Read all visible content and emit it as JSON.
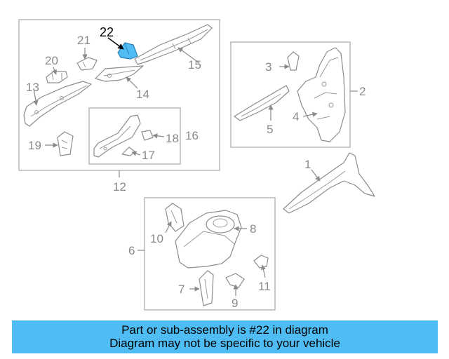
{
  "diagram": {
    "highlight_color": "#4fbdf4",
    "callouts": [
      "22",
      "21",
      "20",
      "13",
      "15",
      "14",
      "19",
      "16",
      "18",
      "17",
      "12",
      "3",
      "2",
      "4",
      "5",
      "1",
      "10",
      "8",
      "6",
      "7",
      "9",
      "11"
    ]
  },
  "banner": {
    "line1": "Part or sub-assembly is #22 in diagram",
    "line2": "Diagram may not be specific to your vehicle",
    "color": "#4fbdf4"
  }
}
